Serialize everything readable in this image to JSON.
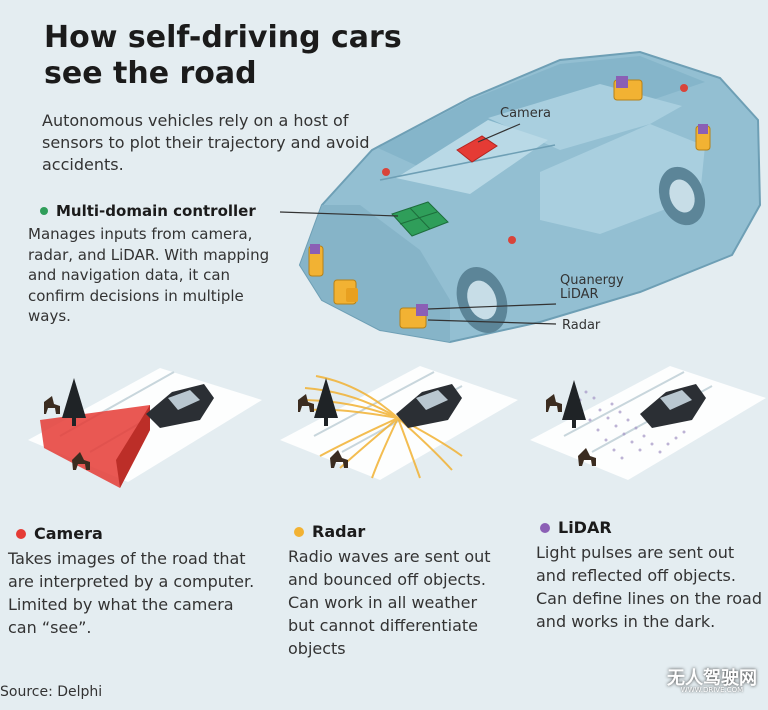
{
  "title": "How self-driving cars see the road",
  "intro": "Autonomous vehicles rely on a host of sensors to plot their trajectory and avoid accidents.",
  "controller": {
    "heading": "Multi-domain controller",
    "text": "Manages inputs from camera, radar, and LiDAR. With mapping and navigation data, it can confirm decisions in multiple ways."
  },
  "callouts": {
    "camera": "Camera",
    "quanergy_line1": "Quanergy",
    "quanergy_line2": "LiDAR",
    "radar": "Radar"
  },
  "sensors": [
    {
      "name": "Camera",
      "color": "#e53b35",
      "text": "Takes images of the road that are interpreted by a computer. Limited by what the camera can “see”."
    },
    {
      "name": "Radar",
      "color": "#f2b233",
      "text": "Radio waves are sent out and bounced off objects. Can work in all weather but cannot differentiate objects"
    },
    {
      "name": "LiDAR",
      "color": "#8b5fb5",
      "text": "Light pulses are sent out and reflected off objects. Can define lines on the road and works in the dark."
    }
  ],
  "source": "Source: Delphi",
  "watermark": {
    "main": "无人驾驶网",
    "sub": "WWW.DRIVE.COM"
  },
  "colors": {
    "controller_green": "#2f9e5a",
    "car_body": "#93bfd2",
    "road": "#ffffff"
  }
}
